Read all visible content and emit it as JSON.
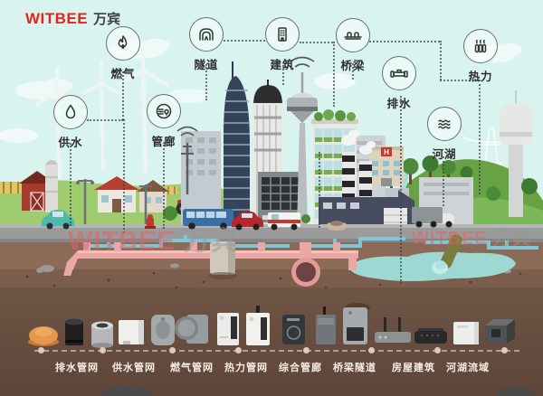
{
  "logo": {
    "brand_en": "WITBEE",
    "brand_cn": "万宾"
  },
  "watermark": {
    "en": "WITBEE",
    "cn": "万宾"
  },
  "categories": [
    {
      "id": "gas",
      "label": "燃气",
      "icon": "flame-icon"
    },
    {
      "id": "tunnel",
      "label": "隧道",
      "icon": "tunnel-icon"
    },
    {
      "id": "building",
      "label": "建筑",
      "icon": "building-icon"
    },
    {
      "id": "bridge",
      "label": "桥梁",
      "icon": "bridge-icon"
    },
    {
      "id": "heat",
      "label": "热力",
      "icon": "radiator-icon"
    },
    {
      "id": "water-supply",
      "label": "供水",
      "icon": "water-drop-icon"
    },
    {
      "id": "utility-tunnel",
      "label": "管廊",
      "icon": "pipe-gallery-icon"
    },
    {
      "id": "drainage",
      "label": "排水",
      "icon": "pipe-icon"
    },
    {
      "id": "river-lake",
      "label": "河湖",
      "icon": "waves-icon"
    }
  ],
  "products": [
    {
      "label": "排水管网"
    },
    {
      "label": "供水管网"
    },
    {
      "label": "燃气管网"
    },
    {
      "label": "热力管网"
    },
    {
      "label": "综合管廊"
    },
    {
      "label": "桥梁隧道"
    },
    {
      "label": "房屋建筑"
    },
    {
      "label": "河湖流域"
    }
  ],
  "colors": {
    "sky": "#d9f3ef",
    "accent_red": "#e0261b",
    "soil_dark": "#6d5345",
    "pipe_pink": "#eba7a3",
    "pipe_blue": "#7fc6d7",
    "watermark_pink": "#e06464"
  }
}
